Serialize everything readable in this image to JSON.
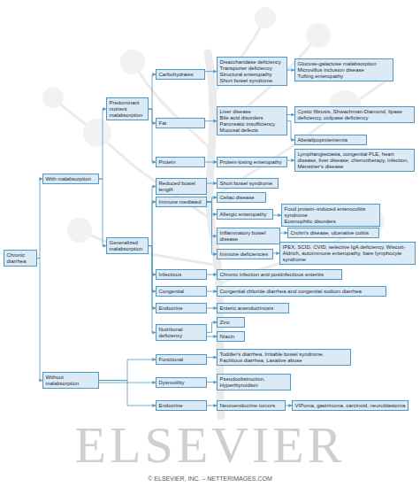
{
  "diagram": {
    "nodes": [
      {
        "text": [
          "Chronic diarrhea"
        ]
      },
      {
        "text": [
          "With malabsorption"
        ]
      },
      {
        "text": [
          "Predominant nutrient malabsorption"
        ]
      },
      {
        "text": [
          "Carbohydrates"
        ]
      },
      {
        "text": [
          "Disaccharidase deficiency",
          "Transporter deficiency",
          "Structural enteropathy",
          "Short bowel syndrome"
        ]
      },
      {
        "text": [
          "Glucose-galactose malabsorption",
          "Microvillus inclusion disease",
          "Tufting enteropathy"
        ]
      },
      {
        "text": [
          "Fat"
        ]
      },
      {
        "text": [
          "Liver disease",
          "Bile acid disorders",
          "Pancreatic insufficiency",
          "Mucosal defects"
        ]
      },
      {
        "text": [
          "Cystic fibrosis, Shwachman-Diamond, lipase deficiency, colipase deficiency"
        ]
      },
      {
        "text": [
          "Abetalipoproteinemia"
        ]
      },
      {
        "text": [
          "Protein"
        ]
      },
      {
        "text": [
          "Protein-losing enteropathy"
        ]
      },
      {
        "text": [
          "Lymphangiectasia, congenital PLE, heart disease, liver disease, chemotherapy, infection, Ménétrier's disease"
        ]
      },
      {
        "text": [
          "Generalized malabsorption"
        ]
      },
      {
        "text": [
          "Reduced bowel length"
        ]
      },
      {
        "text": [
          "Short bowel syndrome"
        ]
      },
      {
        "text": [
          "Immune mediated"
        ]
      },
      {
        "text": [
          "Celiac disease"
        ]
      },
      {
        "text": [
          "Allergic enteropathy"
        ]
      },
      {
        "text": [
          "Food protein–induced enterocolitis syndrome",
          "Eosinophilic disorders"
        ]
      },
      {
        "text": [
          "Inflammatory bowel disease"
        ]
      },
      {
        "text": [
          "Crohn's disease, ulcerative colitis"
        ]
      },
      {
        "text": [
          "Immune deficiencies"
        ]
      },
      {
        "text": [
          "IPEX, SCID, CVID, selective IgA deficiency, Wiscott-Aldrich, autoimmune enteropathy, bare lymphocyte syndrome"
        ]
      },
      {
        "text": [
          "Infectious"
        ]
      },
      {
        "text": [
          "Chronic infection and postinfectious enteritis"
        ]
      },
      {
        "text": [
          "Congenital"
        ]
      },
      {
        "text": [
          "Congenital chloride diarrhea and congenital sodium diarrhea"
        ]
      },
      {
        "text": [
          "Endocrine"
        ]
      },
      {
        "text": [
          "Enteric anendocrinosis"
        ]
      },
      {
        "text": [
          "Nutritional deficiency"
        ]
      },
      {
        "text": [
          "Zinc"
        ]
      },
      {
        "text": [
          "Niacin"
        ]
      },
      {
        "text": [
          "Without malabsorption"
        ]
      },
      {
        "text": [
          "Functional"
        ]
      },
      {
        "text": [
          "Toddler's diarrhea, Irritable bowel syndrome, Factitious diarrhea, Laxative abuse"
        ]
      },
      {
        "text": [
          "Dysmotility"
        ]
      },
      {
        "text": [
          "Pseudoobstruction, Hyperthyroidism"
        ]
      },
      {
        "text": [
          "Endocrine"
        ]
      },
      {
        "text": [
          "Neuroendocrine tumors"
        ]
      },
      {
        "text": [
          "VIPoma, gastrinoma, carcinoid, neuroblastoma"
        ]
      }
    ],
    "edges": [
      {
        "from": 0,
        "to": 1,
        "arrow": "to"
      },
      {
        "from": 0,
        "to": 33,
        "arrow": "to"
      },
      {
        "from": 1,
        "to": 2,
        "arrow": "to"
      },
      {
        "from": 1,
        "to": 13,
        "arrow": "to"
      },
      {
        "from": 2,
        "to": 3,
        "arrow": "to"
      },
      {
        "from": 2,
        "to": 6,
        "arrow": "to"
      },
      {
        "from": 2,
        "to": 10,
        "arrow": "to"
      },
      {
        "from": 3,
        "to": 4,
        "arrow": "to"
      },
      {
        "from": 4,
        "to": 5,
        "arrow": "to"
      },
      {
        "from": 6,
        "to": 7,
        "arrow": "to"
      },
      {
        "from": 7,
        "to": 8,
        "arrow": "to"
      },
      {
        "from": 7,
        "to": 9,
        "arrow": "to"
      },
      {
        "from": 10,
        "to": 11,
        "arrow": "to"
      },
      {
        "from": 11,
        "to": 12,
        "arrow": "to"
      },
      {
        "from": 13,
        "to": 14,
        "arrow": "to"
      },
      {
        "from": 13,
        "to": 16,
        "arrow": "to"
      },
      {
        "from": 13,
        "to": 24,
        "arrow": "to"
      },
      {
        "from": 13,
        "to": 26,
        "arrow": "to"
      },
      {
        "from": 13,
        "to": 28,
        "arrow": "to"
      },
      {
        "from": 13,
        "to": 30,
        "arrow": "to"
      },
      {
        "from": 14,
        "to": 15,
        "arrow": "to"
      },
      {
        "from": 16,
        "to": 17,
        "arrow": "to"
      },
      {
        "from": 16,
        "to": 18,
        "arrow": "to"
      },
      {
        "from": 16,
        "to": 20,
        "arrow": "to"
      },
      {
        "from": 16,
        "to": 22,
        "arrow": "to"
      },
      {
        "from": 18,
        "to": 19,
        "arrow": "to"
      },
      {
        "from": 20,
        "to": 21,
        "arrow": "to"
      },
      {
        "from": 22,
        "to": 23,
        "arrow": "to"
      },
      {
        "from": 24,
        "to": 25,
        "arrow": "to"
      },
      {
        "from": 26,
        "to": 27,
        "arrow": "to"
      },
      {
        "from": 28,
        "to": 29,
        "arrow": "to"
      },
      {
        "from": 30,
        "to": 31,
        "arrow": "to"
      },
      {
        "from": 30,
        "to": 32,
        "arrow": "to"
      },
      {
        "from": 33,
        "to": 34,
        "arrow": "to"
      },
      {
        "from": 33,
        "to": 36,
        "arrow": "to"
      },
      {
        "from": 33,
        "to": 38,
        "arrow": "to"
      },
      {
        "from": 34,
        "to": 35,
        "arrow": "to"
      },
      {
        "from": 36,
        "to": 37,
        "arrow": "to"
      },
      {
        "from": 38,
        "to": 39,
        "arrow": "to"
      },
      {
        "from": 39,
        "to": 40,
        "arrow": "to"
      }
    ],
    "labels": [
      "ELSEVIER",
      "© ELSEVIER, INC. – NETTERIMAGES.COM"
    ]
  }
}
